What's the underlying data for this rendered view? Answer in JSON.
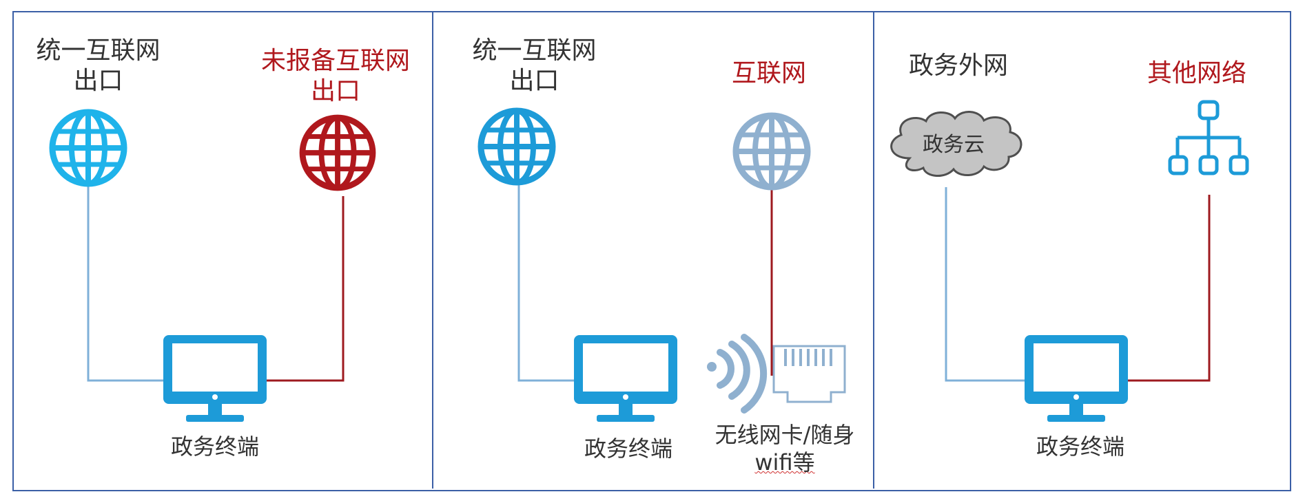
{
  "panels": [
    {
      "left_title": [
        "统一互联网",
        "出口"
      ],
      "right_title": [
        "未报备互联网",
        "出口"
      ],
      "terminal_label": "政务终端"
    },
    {
      "left_title": [
        "统一互联网",
        "出口"
      ],
      "right_title": [
        "互联网"
      ],
      "terminal_label": "政务终端",
      "adapter_label": [
        "无线网卡/随身",
        "wifi等"
      ]
    },
    {
      "left_title": [
        "政务外网"
      ],
      "cloud_label": "政务云",
      "right_title": [
        "其他网络"
      ],
      "terminal_label": "政务终端"
    }
  ],
  "colors": {
    "frame": "#3b5fa6",
    "blue_icon": "#1d9bd8",
    "light_blue_icon": "#1fb3ea",
    "gray_blue_icon": "#8fb0cf",
    "red": "#b0181d",
    "line_blue": "#7fb0d8",
    "line_red": "#9e1a1f",
    "text": "#333333"
  },
  "icons": [
    "globe-icon",
    "monitor-icon",
    "wifi-icon",
    "ethernet-port-icon",
    "cloud-icon",
    "network-tree-icon"
  ]
}
